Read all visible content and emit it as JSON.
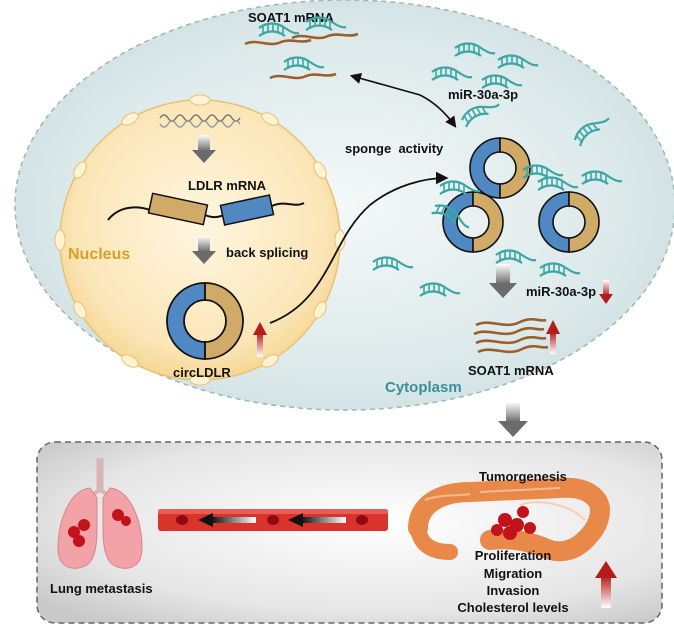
{
  "labels": {
    "soat1_top": "SOAT1 mRNA",
    "mir_top": "miR-30a-3p",
    "sponge": "sponge  activity",
    "ldlr": "LDLR mRNA",
    "nucleus": "Nucleus",
    "back_splicing": "back splicing",
    "circ": "circLDLR",
    "cytoplasm": "Cytoplasm",
    "mir_bottom": "miR-30a-3p",
    "soat1_bottom": "SOAT1 mRNA",
    "tumorigenesis": "Tumorgenesis",
    "proliferation": "Proliferation",
    "migration": "Migration",
    "invasion": "Invasion",
    "cholesterol": "Cholesterol levels",
    "lung": "Lung metastasis"
  },
  "colors": {
    "cell": "#dbe9ea",
    "nucleus": "#fbe8bf",
    "nucleus_text": "#d9a12a",
    "cytoplasm_text": "#3b8f99",
    "exon": "#d2aa68",
    "exon_blue": "#4f88c3",
    "mirna": "#3aa7a5",
    "mrna": "#9a5f2b",
    "up_arrow": "#b51c1c",
    "vessel": "#d9342c"
  }
}
